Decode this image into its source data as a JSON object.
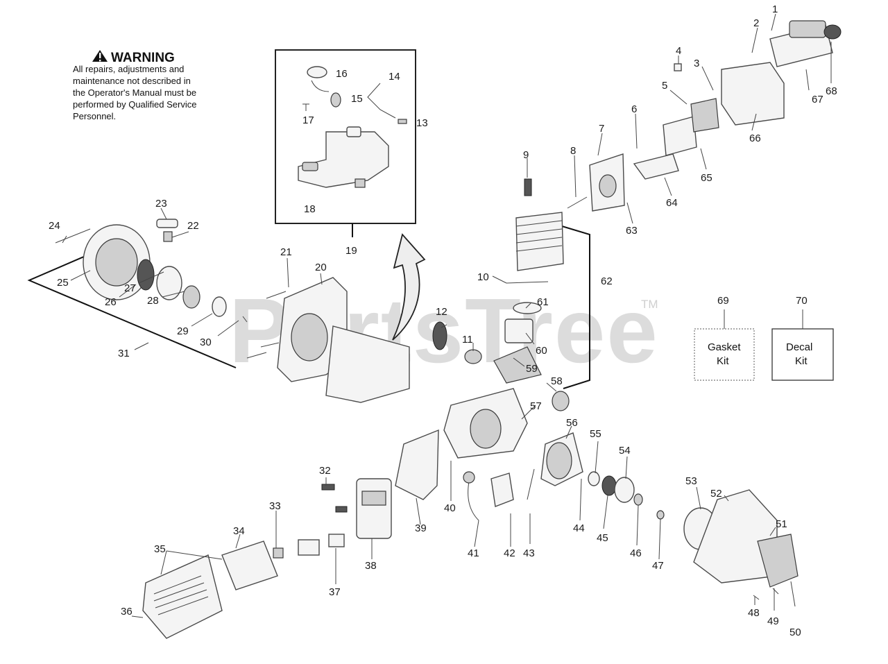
{
  "warning": {
    "title": "WARNING",
    "lines": [
      "All repairs, adjustments and",
      "maintenance not described in",
      "the Operator's Manual must be",
      "performed by Qualified Service",
      "Personnel."
    ]
  },
  "watermark": {
    "text": "PartsTree",
    "trademark": "TM"
  },
  "kits": [
    {
      "number": "69",
      "lines": [
        "Gasket",
        "Kit"
      ]
    },
    {
      "number": "70",
      "lines": [
        "Decal",
        "Kit"
      ]
    }
  ],
  "part_numbers": [
    "1",
    "2",
    "3",
    "4",
    "5",
    "6",
    "7",
    "8",
    "9",
    "10",
    "11",
    "12",
    "13",
    "14",
    "15",
    "16",
    "17",
    "18",
    "19",
    "20",
    "21",
    "22",
    "23",
    "24",
    "25",
    "26",
    "27",
    "28",
    "29",
    "30",
    "31",
    "32",
    "33",
    "34",
    "35",
    "36",
    "37",
    "38",
    "39",
    "40",
    "41",
    "42",
    "43",
    "44",
    "45",
    "46",
    "47",
    "48",
    "49",
    "50",
    "51",
    "52",
    "53",
    "54",
    "55",
    "56",
    "57",
    "58",
    "59",
    "60",
    "61",
    "62",
    "63",
    "64",
    "65",
    "66",
    "67",
    "68"
  ],
  "colors": {
    "line": "#4a4a4a",
    "watermark": "#dcdcdc",
    "text": "#1a1a1a"
  }
}
